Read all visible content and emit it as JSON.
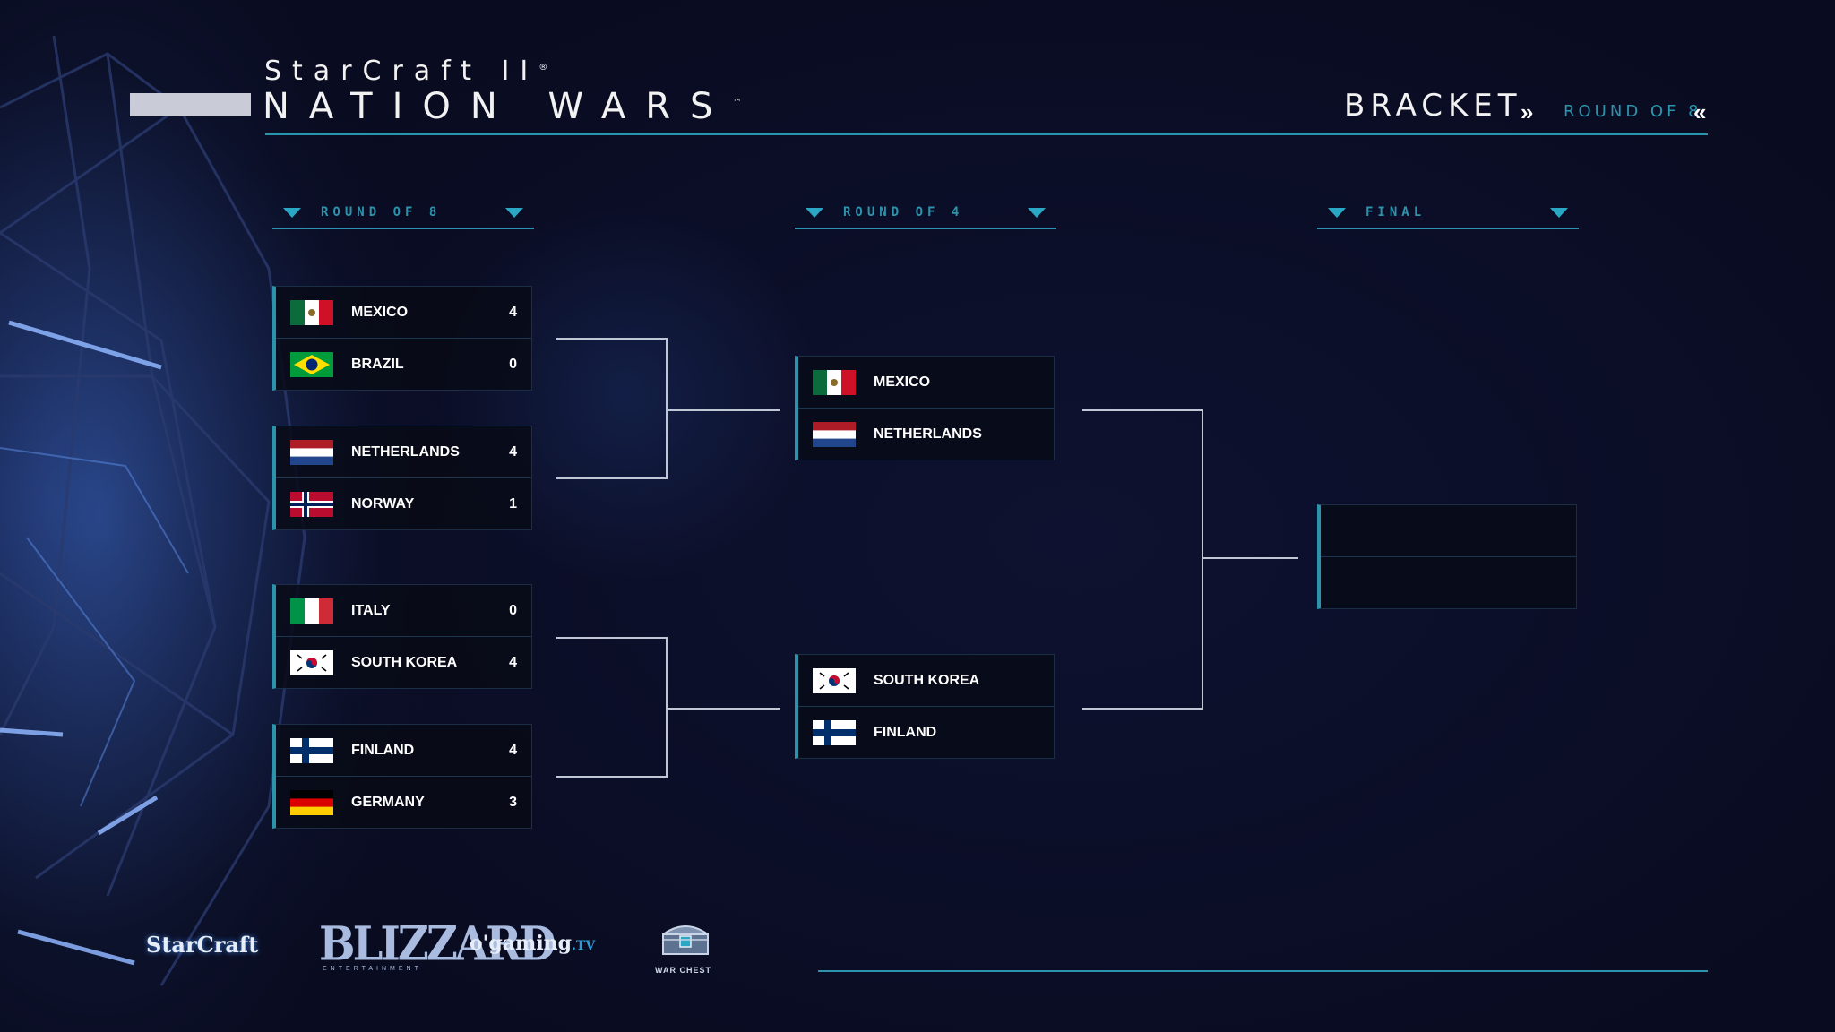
{
  "header": {
    "title_top": "StarCraft II",
    "title_top_mark": "®",
    "title_main": "NATION WARS",
    "title_main_mark": "™",
    "section": "BRACKET",
    "current_round": "ROUND OF 8",
    "chevron_right": "»",
    "chevron_left": "«"
  },
  "columns": [
    {
      "label": "ROUND OF 8"
    },
    {
      "label": "ROUND OF 4"
    },
    {
      "label": "FINAL"
    }
  ],
  "round_of_8": [
    {
      "team1": "MEXICO",
      "flag1": "mexico",
      "score1": "4",
      "team2": "BRAZIL",
      "flag2": "brazil",
      "score2": "0"
    },
    {
      "team1": "NETHERLANDS",
      "flag1": "netherlands",
      "score1": "4",
      "team2": "NORWAY",
      "flag2": "norway",
      "score2": "1"
    },
    {
      "team1": "ITALY",
      "flag1": "italy",
      "score1": "0",
      "team2": "SOUTH KOREA",
      "flag2": "south-korea",
      "score2": "4"
    },
    {
      "team1": "FINLAND",
      "flag1": "finland",
      "score1": "4",
      "team2": "GERMANY",
      "flag2": "germany",
      "score2": "3"
    }
  ],
  "round_of_4": [
    {
      "team1": "MEXICO",
      "flag1": "mexico",
      "team2": "NETHERLANDS",
      "flag2": "netherlands"
    },
    {
      "team1": "SOUTH KOREA",
      "flag1": "south-korea",
      "team2": "FINLAND",
      "flag2": "finland"
    }
  ],
  "final": {
    "team1": "",
    "team2": ""
  },
  "sponsors": {
    "starcraft": "StarCraft",
    "blizzard": "BLIZZARD",
    "blizzard_sub": "ENTERTAINMENT",
    "ogaming": "o'gaming",
    "ogaming_tv": ".TV",
    "war_chest": "WAR CHEST"
  },
  "colors": {
    "accent": "#2c93ac",
    "background": "#0a0d24",
    "match_bg": "#080a16",
    "connector": "#bfc6d4"
  }
}
